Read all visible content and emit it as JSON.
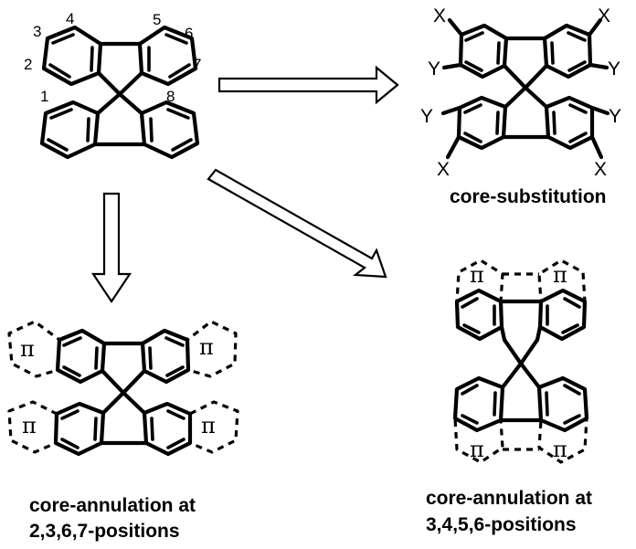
{
  "numbering": [
    "1",
    "2",
    "3",
    "4",
    "5",
    "6",
    "7",
    "8"
  ],
  "substituents": {
    "x": "X",
    "y": "Y"
  },
  "annulation_symbol": "π",
  "captions": {
    "core_substitution": "core-substitution",
    "annulation_2367_line1": "core-annulation at",
    "annulation_2367_line2": "2,3,6,7-positions",
    "annulation_3456_line1": "core-annulation at",
    "annulation_3456_line2": "3,4,5,6-positions"
  }
}
